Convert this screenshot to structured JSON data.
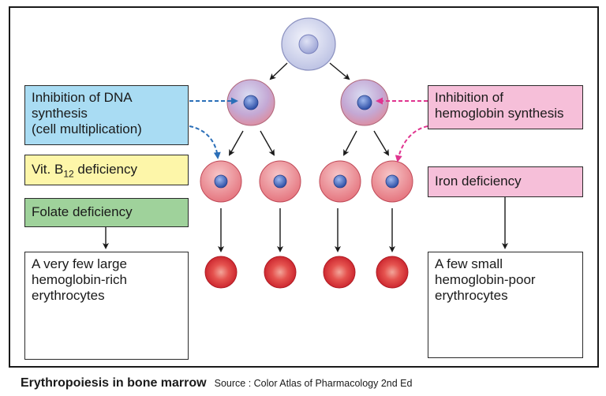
{
  "labels": {
    "dna_inhibition": [
      "Inhibition of DNA",
      "synthesis",
      "(cell multiplication)"
    ],
    "vitb12_prefix": "Vit. B",
    "vitb12_sub": "12",
    "vitb12_suffix": " deficiency",
    "folate": "Folate deficiency",
    "large_cells": [
      "A very few large",
      "hemoglobin-rich",
      "erythrocytes"
    ],
    "hb_inhibition": [
      "Inhibition of",
      "hemoglobin synthesis"
    ],
    "iron": "Iron deficiency",
    "small_cells": [
      "A few small",
      "hemoglobin-poor",
      "erythrocytes"
    ]
  },
  "caption": {
    "title": "Erythropoiesis in bone marrow",
    "source": "Source : Color Atlas of Pharmacology 2nd Ed"
  },
  "colors": {
    "dna_arrow": "#2b6fb8",
    "hb_arrow": "#e0348f",
    "stem_cell": "#d4d8f0",
    "nucleus": "#4a6fc4",
    "red_cell": "#e03a3a",
    "pale_cell": "#f4b8a8"
  }
}
